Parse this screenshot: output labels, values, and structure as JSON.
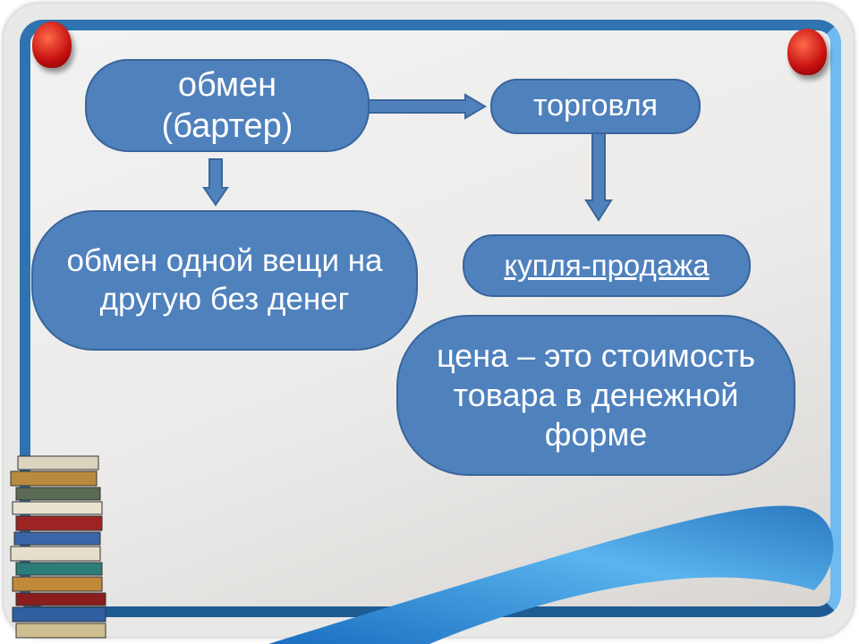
{
  "nodes": {
    "barter": "обмен (бартер)",
    "trade": "торговля",
    "barter_def": "обмен одной вещи на другую без денег",
    "purchase_sale": "купля-продажа",
    "price_def": "цена – это стоимость товара в денежной форме"
  },
  "colors": {
    "box": "#4f81bd",
    "border": "#3a659a",
    "frame": "#2f73b0"
  }
}
